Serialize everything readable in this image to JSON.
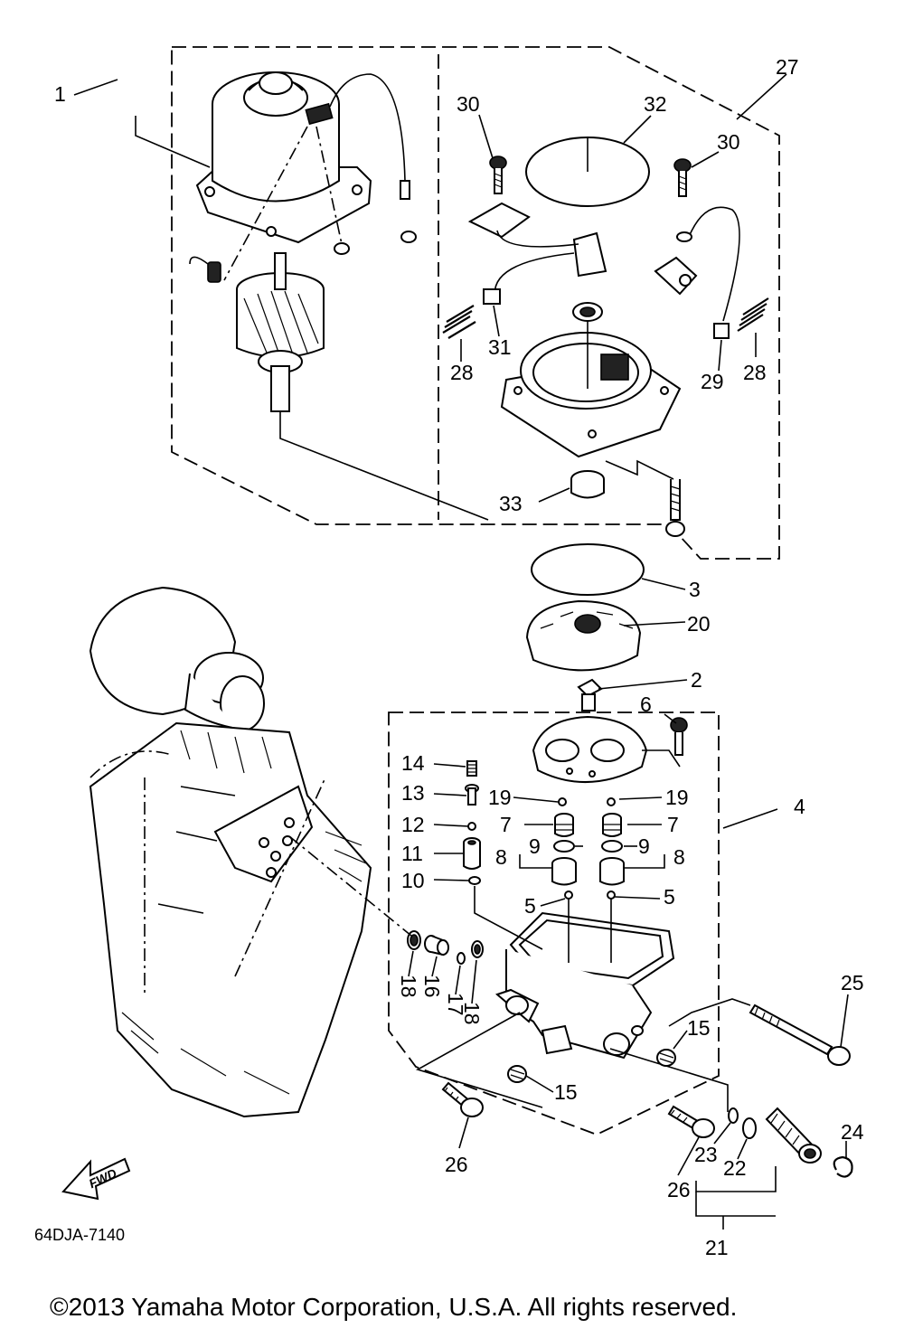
{
  "diagram_code": "64DJA-7140",
  "copyright": "©2013 Yamaha Motor Corporation, U.S.A. All rights reserved.",
  "fwd_label": "FWD",
  "callouts": {
    "c1": "1",
    "c2": "2",
    "c3": "3",
    "c4": "4",
    "c5a": "5",
    "c5b": "5",
    "c6": "6",
    "c7a": "7",
    "c7b": "7",
    "c8a": "8",
    "c8b": "8",
    "c9a": "9",
    "c9b": "9",
    "c10": "10",
    "c11": "11",
    "c12": "12",
    "c13": "13",
    "c14": "14",
    "c15a": "15",
    "c15b": "15",
    "c16": "16",
    "c17": "17",
    "c18a": "18",
    "c18b": "18",
    "c19a": "19",
    "c19b": "19",
    "c20": "20",
    "c21": "21",
    "c22": "22",
    "c23": "23",
    "c24": "24",
    "c25": "25",
    "c26a": "26",
    "c26b": "26",
    "c27": "27",
    "c28a": "28",
    "c28b": "28",
    "c29": "29",
    "c30a": "30",
    "c30b": "30",
    "c31": "31",
    "c32": "32",
    "c33": "33"
  }
}
